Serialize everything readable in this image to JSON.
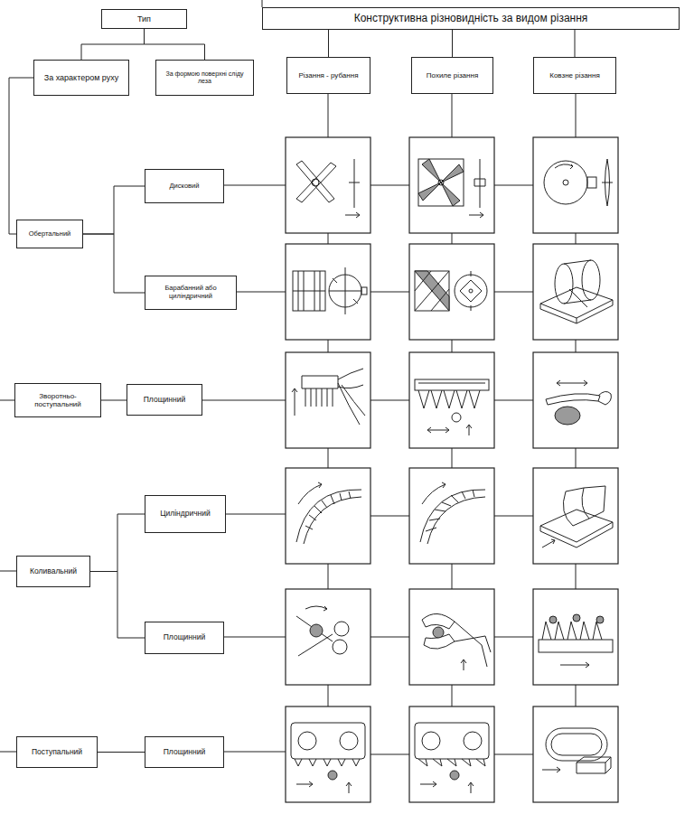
{
  "diagram": {
    "nodes": [
      {
        "text": [
          "Тип"
        ]
      },
      {
        "text": [
          "Конструктивна різновидність за видом різання"
        ]
      },
      {
        "text": [
          "За характером руху"
        ]
      },
      {
        "text": [
          "За формою поверхні сліду леза"
        ]
      },
      {
        "text": [
          "Різання - рубання"
        ]
      },
      {
        "text": [
          "Похиле різання"
        ]
      },
      {
        "text": [
          "Ковзне різання"
        ]
      },
      {
        "text": [
          "Дисковий"
        ]
      },
      {
        "text": [
          "Обертальний"
        ]
      },
      {
        "text": [
          "Барабанний або циліндричний"
        ]
      },
      {
        "text": [
          "Зворотньо-поступальний"
        ]
      },
      {
        "text": [
          "Площинний"
        ]
      },
      {
        "text": [
          "Циліндричний"
        ]
      },
      {
        "text": [
          "Коливальний"
        ]
      },
      {
        "text": [
          "Площинний"
        ]
      },
      {
        "text": [
          "Поступальний"
        ]
      },
      {
        "text": [
          "Площинний"
        ]
      }
    ],
    "edges": [
      {
        "from": 0,
        "to": 2,
        "arrow": "none"
      },
      {
        "from": 0,
        "to": 3,
        "arrow": "none"
      },
      {
        "from": 1,
        "to": 4,
        "arrow": "none"
      },
      {
        "from": 1,
        "to": 5,
        "arrow": "none"
      },
      {
        "from": 1,
        "to": 6,
        "arrow": "none"
      },
      {
        "from": 2,
        "to": 8,
        "arrow": "none"
      },
      {
        "from": 8,
        "to": 7,
        "arrow": "none"
      },
      {
        "from": 8,
        "to": 9,
        "arrow": "none"
      },
      {
        "from": 10,
        "to": 11,
        "arrow": "none"
      },
      {
        "from": 13,
        "to": 12,
        "arrow": "none"
      },
      {
        "from": 13,
        "to": 14,
        "arrow": "none"
      },
      {
        "from": 15,
        "to": 16,
        "arrow": "none"
      }
    ]
  }
}
